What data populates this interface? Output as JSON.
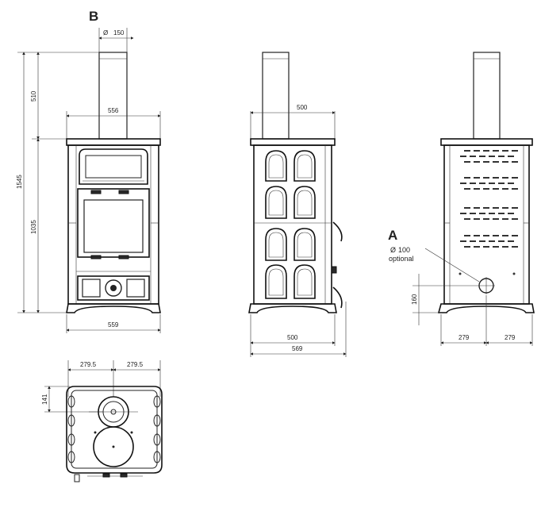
{
  "labels": {
    "b": "B",
    "a": "A",
    "diam_symbol": "Ø",
    "optional": "optional"
  },
  "dimensions": {
    "flue_diameter": "150",
    "flue_height": "510",
    "total_height": "1545",
    "body_height": "1035",
    "top_width_front": "556",
    "base_width_front": "559",
    "top_width_side": "500",
    "base_width_side": "500",
    "overall_depth_side": "569",
    "air_inlet_diameter": "100",
    "air_inlet_height": "160",
    "back_half_left": "279",
    "back_half_right": "279",
    "plan_half_left": "279.5",
    "plan_half_right": "279.5",
    "plan_flue_offset": "141"
  },
  "colors": {
    "line": "#222222",
    "fill_dark": "#2a2a2a"
  }
}
